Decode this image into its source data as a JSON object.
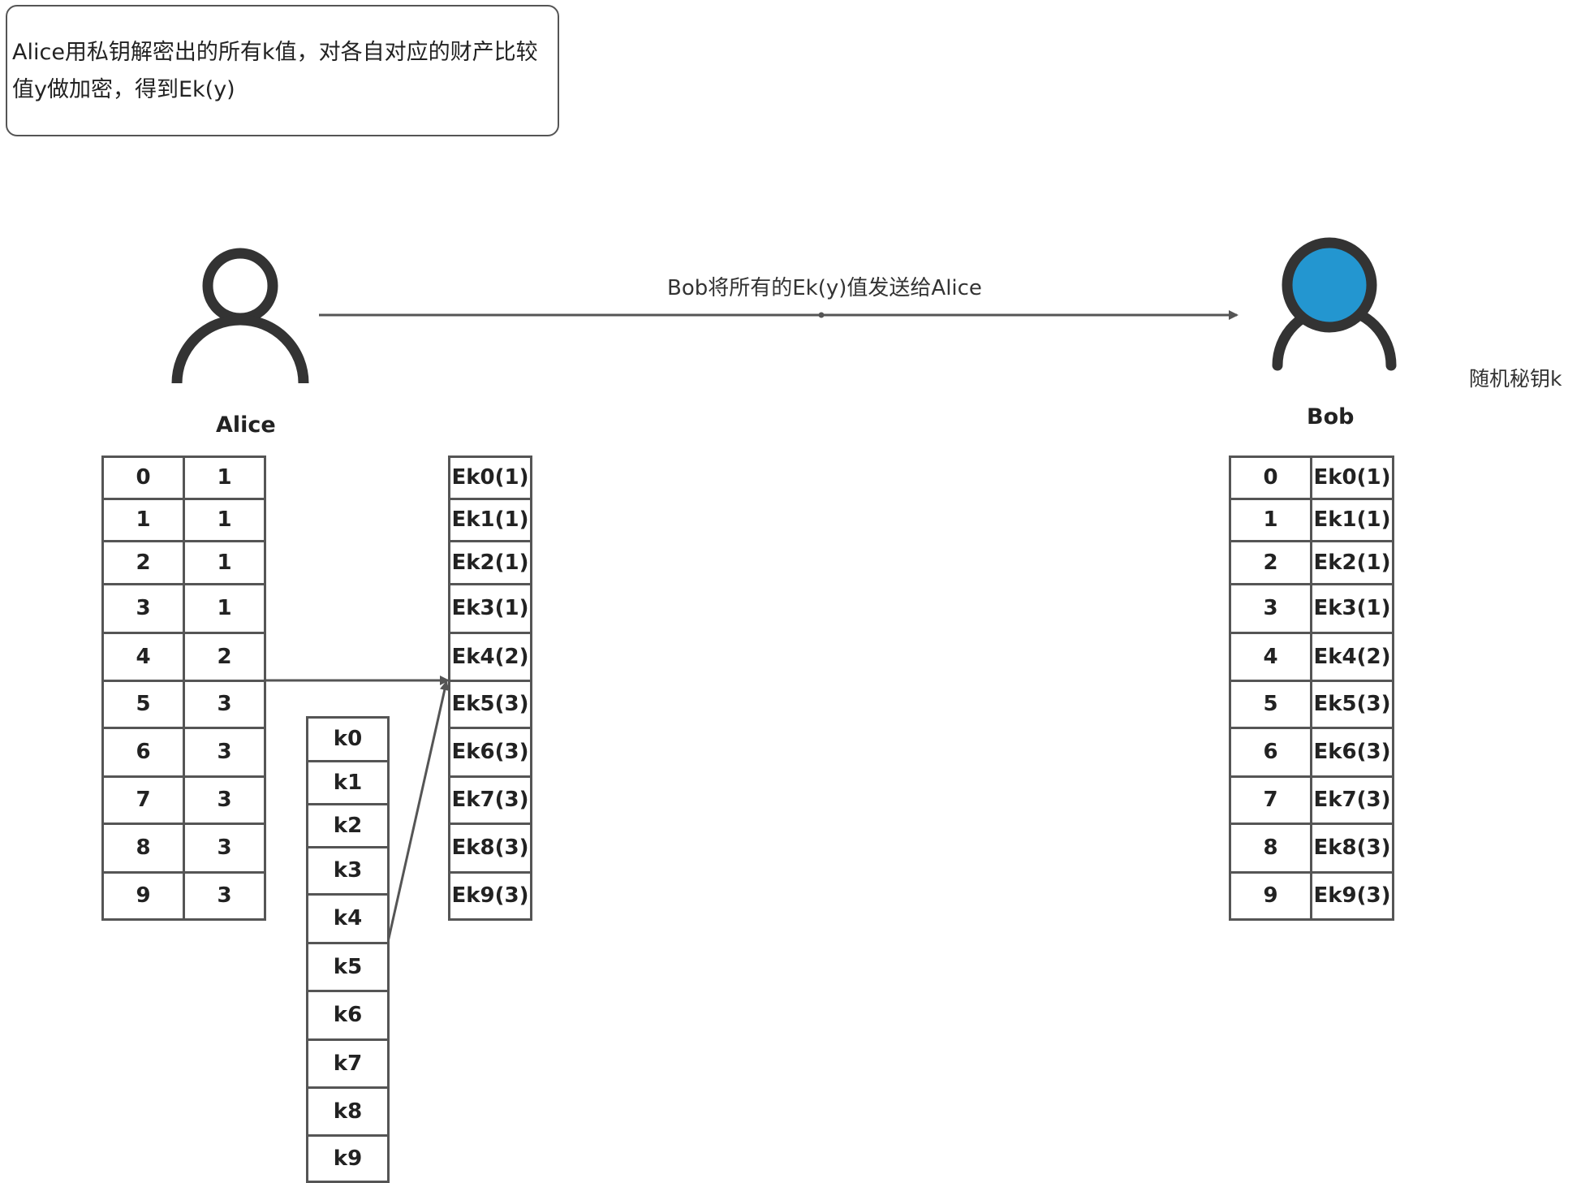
{
  "note": {
    "line1": "Alice用私钥解密出的所有k值，对各自对应的财产比较",
    "line2": "值y做加密，得到Ek(y)"
  },
  "alice": {
    "name": "Alice",
    "icon": "person-outline-icon",
    "color": "#333333"
  },
  "bob": {
    "name": "Bob",
    "icon": "person-filled-icon",
    "color": "#2396d0",
    "outline": "#333333"
  },
  "arrow_label": "Bob将所有的Ek(y)值发送给Alice",
  "random_key_label": "随机秘钥k",
  "alice_table": {
    "index": [
      "0",
      "1",
      "2",
      "3",
      "4",
      "5",
      "6",
      "7",
      "8",
      "9"
    ],
    "value": [
      "1",
      "1",
      "1",
      "1",
      "2",
      "3",
      "3",
      "3",
      "3",
      "3"
    ]
  },
  "k_table": [
    "k0",
    "k1",
    "k2",
    "k3",
    "k4",
    "k5",
    "k6",
    "k7",
    "k8",
    "k9"
  ],
  "ek_table": [
    "Ek0(1)",
    "Ek1(1)",
    "Ek2(1)",
    "Ek3(1)",
    "Ek4(2)",
    "Ek5(3)",
    "Ek6(3)",
    "Ek7(3)",
    "Ek8(3)",
    "Ek9(3)"
  ],
  "bob_table": {
    "index": [
      "0",
      "1",
      "2",
      "3",
      "4",
      "5",
      "6",
      "7",
      "8",
      "9"
    ],
    "value": [
      "Ek0(1)",
      "Ek1(1)",
      "Ek2(1)",
      "Ek3(1)",
      "Ek4(2)",
      "Ek5(3)",
      "Ek6(3)",
      "Ek7(3)",
      "Ek8(3)",
      "Ek9(3)"
    ]
  }
}
